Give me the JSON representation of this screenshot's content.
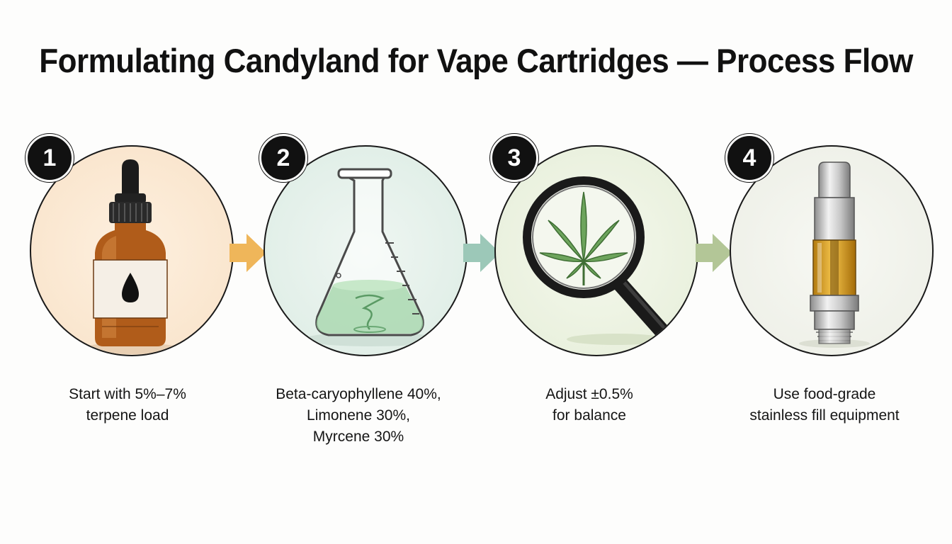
{
  "title": "Formulating Candyland for Vape Cartridges — Process Flow",
  "steps": [
    {
      "number": "1",
      "caption": "Start with 5%–7%\nterpene load",
      "icon": "dropper-bottle-icon",
      "bg": "#fbe8d3"
    },
    {
      "number": "2",
      "caption": "Beta-caryophyllene 40%,\nLimonene 30%,\nMyrcene 30%",
      "icon": "erlenmeyer-flask-icon",
      "bg": "#e6f1ec"
    },
    {
      "number": "3",
      "caption": "Adjust ±0.5%\nfor balance",
      "icon": "magnifier-cannabis-leaf-icon",
      "bg": "#edf3e3"
    },
    {
      "number": "4",
      "caption": "Use food-grade\nstainless fill equipment",
      "icon": "vape-cartridge-icon",
      "bg": "#f1f2ec"
    }
  ],
  "arrows": [
    {
      "color": "#efb65a"
    },
    {
      "color": "#9cc8b8"
    },
    {
      "color": "#b3c697"
    }
  ]
}
